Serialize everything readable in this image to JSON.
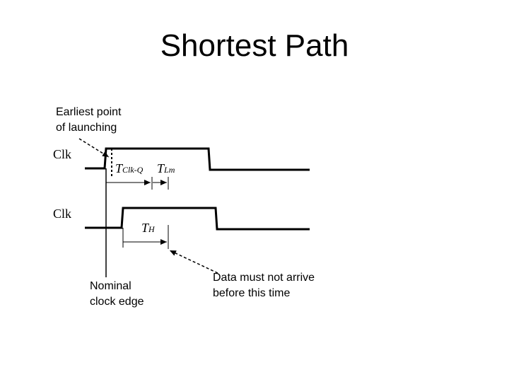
{
  "title": "Shortest Path",
  "annotations": {
    "earliest_line1": "Earliest point",
    "earliest_line2": "of launching",
    "nominal_line1": "Nominal",
    "nominal_line2": "clock edge",
    "data_line1": "Data must not arrive",
    "data_line2": "before this time"
  },
  "signals": {
    "clk_top": "Clk",
    "clk_bottom": "Clk"
  },
  "timing_labels": {
    "t_clk_q_main": "T",
    "t_clk_q_sub": "Clk-Q",
    "t_lm_main": "T",
    "t_lm_sub": "Lm",
    "t_h_main": "T",
    "t_h_sub": "H"
  },
  "colors": {
    "stroke": "#000000",
    "background": "#ffffff"
  }
}
